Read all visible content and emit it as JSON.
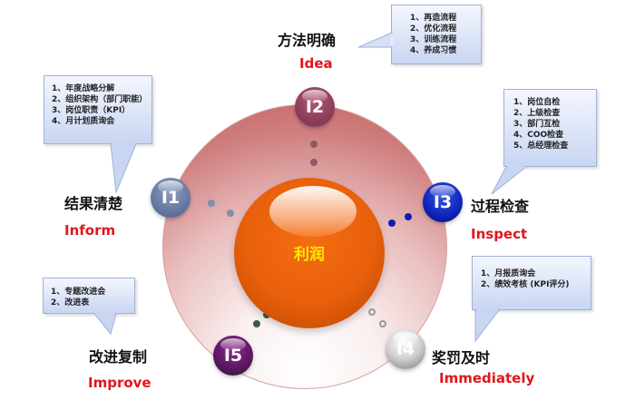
{
  "diagram": {
    "center": {
      "label": "利润",
      "color": "#e8600b",
      "label_color": "#ffe600"
    },
    "nodes": [
      {
        "id": "I1",
        "title_zh": "结果清楚",
        "title_en": "Inform",
        "color": "#6e82a8",
        "items": [
          "1、年度战略分解",
          "2、组织架构（部门职能）",
          "3、岗位职责（KPI）",
          "4、月计划质询会"
        ]
      },
      {
        "id": "I2",
        "title_zh": "方法明确",
        "title_en": "Idea",
        "color": "#8a3b55",
        "items": [
          "1、再造流程",
          "2、优化流程",
          "3、训练流程",
          "4、养成习惯"
        ]
      },
      {
        "id": "I3",
        "title_zh": "过程检查",
        "title_en": "Inspect",
        "color": "#0a1fb5",
        "items": [
          "1、岗位自检",
          "2、上级检查",
          "3、部门互检",
          "4、COO检查",
          "5、总经理检查"
        ]
      },
      {
        "id": "I4",
        "title_zh": "奖罚及时",
        "title_en": "Immediately",
        "color": "#9a9a9a",
        "items": [
          "1、月报质询会",
          "2、绩效考核 (KPI评分)"
        ]
      },
      {
        "id": "I5",
        "title_zh": "改进复制",
        "title_en": "Improve",
        "color": "#5b1560",
        "items": [
          "1、专题改进会",
          "2、改进表"
        ]
      }
    ],
    "accent_text_color": "#e0161c"
  }
}
